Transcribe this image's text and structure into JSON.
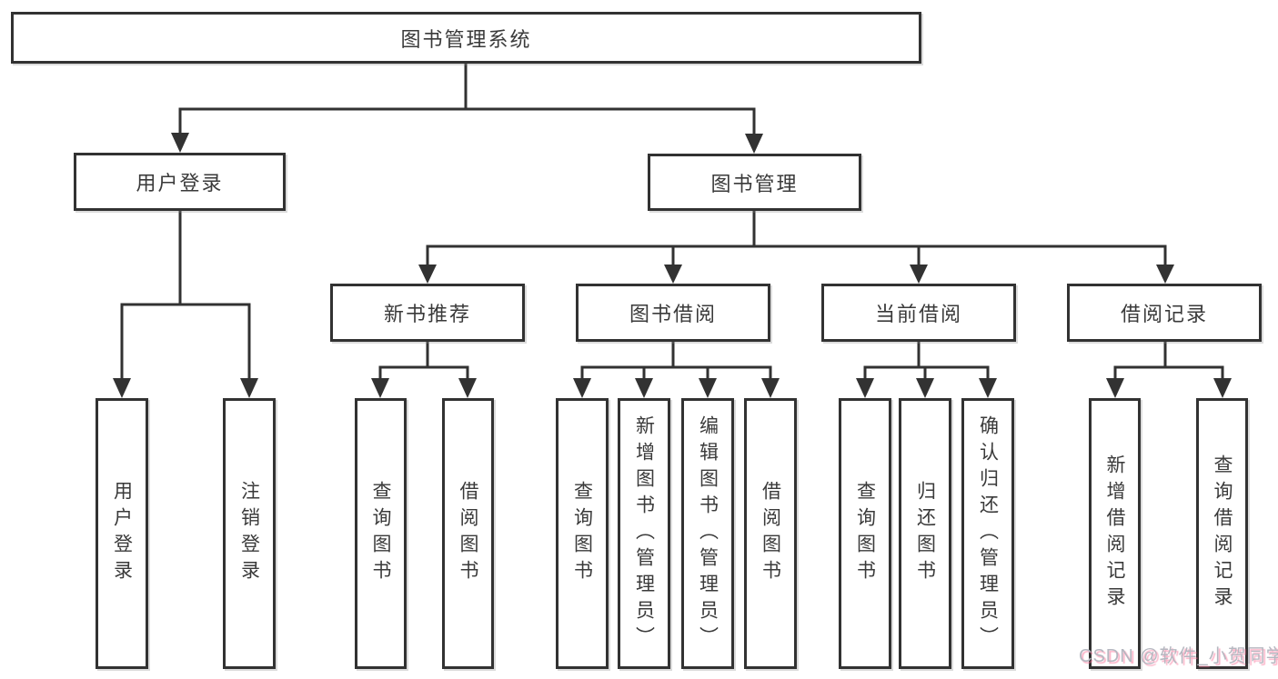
{
  "title": {
    "label": "图书管理系统"
  },
  "level2": [
    {
      "label": "用户登录"
    },
    {
      "label": "图书管理"
    }
  ],
  "level3": [
    {
      "label": "新书推荐"
    },
    {
      "label": "图书借阅"
    },
    {
      "label": "当前借阅"
    },
    {
      "label": "借阅记录"
    }
  ],
  "leaves": [
    {
      "label": "用户登录"
    },
    {
      "label": "注销登录"
    },
    {
      "label": "查询图书"
    },
    {
      "label": "借阅图书"
    },
    {
      "label": "查询图书"
    },
    {
      "label": "新增图书（管理员）"
    },
    {
      "label": "编辑图书（管理员）"
    },
    {
      "label": "借阅图书"
    },
    {
      "label": "查询图书"
    },
    {
      "label": "归还图书"
    },
    {
      "label": "确认归还（管理员）"
    },
    {
      "label": "新增借阅记录"
    },
    {
      "label": "查询借阅记录"
    }
  ],
  "watermark": {
    "text": "CSDN @软件_小贺同学"
  },
  "colors": {
    "line": "#323232",
    "box_border": "#323232",
    "text": "#3a3a3a",
    "background": "#ffffff",
    "watermark_gray": "#b5b7c0",
    "watermark_pink": "#fa6e96"
  }
}
